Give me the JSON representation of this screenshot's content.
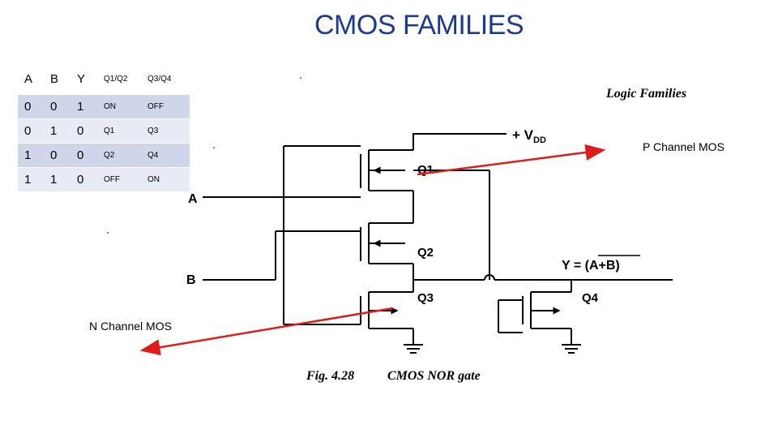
{
  "title": "CMOS FAMILIES",
  "truth_table": {
    "headers": [
      "A",
      "B",
      "Y",
      "Q1/Q2",
      "Q3/Q4"
    ],
    "rows": [
      [
        "0",
        "0",
        "1",
        "ON",
        "OFF"
      ],
      [
        "0",
        "1",
        "0",
        "Q1",
        "Q3"
      ],
      [
        "1",
        "0",
        "0",
        "Q2",
        "Q4"
      ],
      [
        "1",
        "1",
        "0",
        "OFF",
        "ON"
      ]
    ]
  },
  "annotations": {
    "p_channel": "P Channel MOS",
    "n_channel": "N Channel MOS"
  },
  "circuit": {
    "header": "Logic Families",
    "vdd_label": "+ V",
    "vdd_sub": "DD",
    "input_a": "A",
    "input_b": "B",
    "output": "Y = (A+B)",
    "q1": "Q1",
    "q2": "Q2",
    "q3": "Q3",
    "q4": "Q4",
    "caption_fig": "Fig. 4.28",
    "caption_text": "CMOS NOR gate"
  },
  "colors": {
    "title": "#1f3a8a",
    "arrow": "#e01b1b",
    "table_dark": "#cfd6ea",
    "table_light": "#e8ebf5"
  }
}
